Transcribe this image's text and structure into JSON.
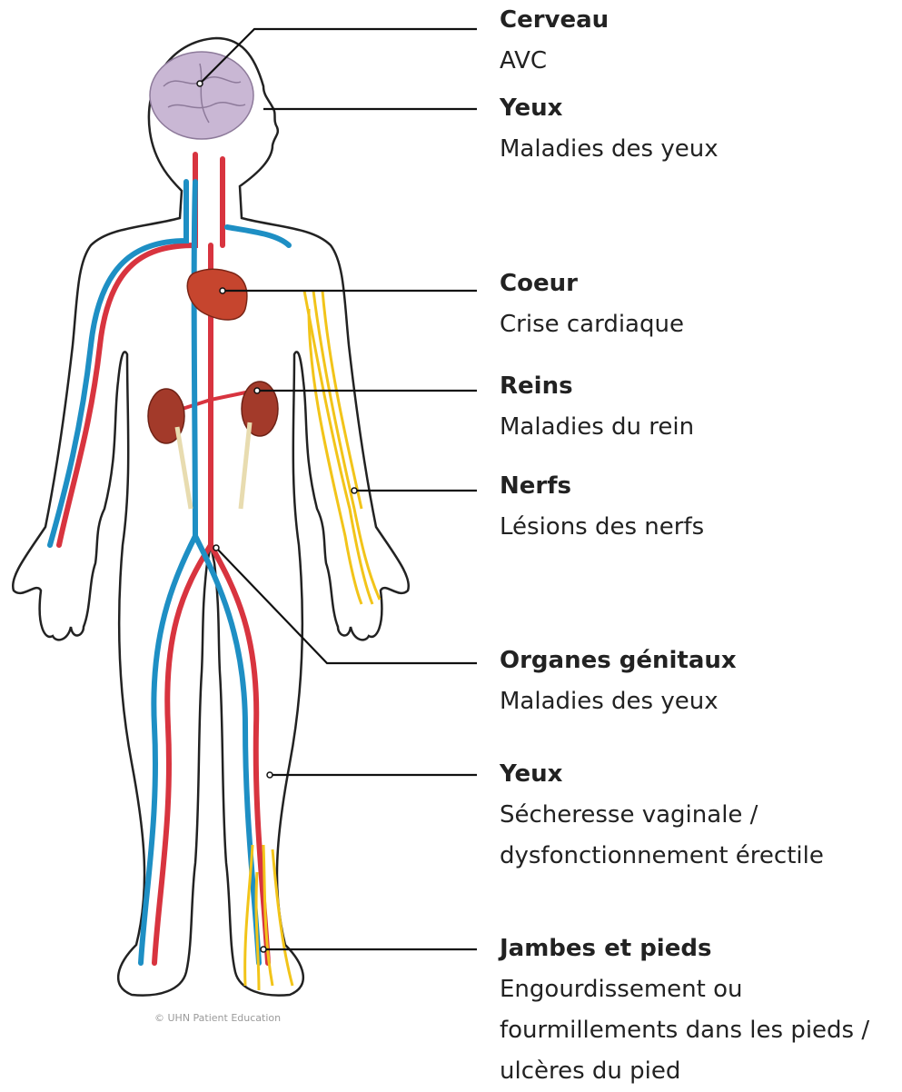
{
  "labels": [
    {
      "title": "Cerveau",
      "desc": "AVC"
    },
    {
      "title": "Yeux",
      "desc": "Maladies des yeux"
    },
    {
      "title": "Coeur",
      "desc": "Crise cardiaque"
    },
    {
      "title": "Reins",
      "desc": "Maladies du rein"
    },
    {
      "title": "Nerfs",
      "desc": "Lésions des nerfs"
    },
    {
      "title": "Organes génitaux",
      "desc": "Maladies des yeux"
    },
    {
      "title": "Yeux",
      "desc": "Sécheresse vaginale / dysfonctionnement érectile"
    },
    {
      "title": "Jambes et pieds",
      "desc": "Engourdissement ou fourmillements dans les pieds / ulcères du pied"
    }
  ],
  "credit": "© UHN Patient Education",
  "colors": {
    "artery": "#d8343f",
    "vein": "#1e8fc4",
    "nerve": "#f2c419",
    "organ": "#a33a2a",
    "outline": "#222222"
  }
}
